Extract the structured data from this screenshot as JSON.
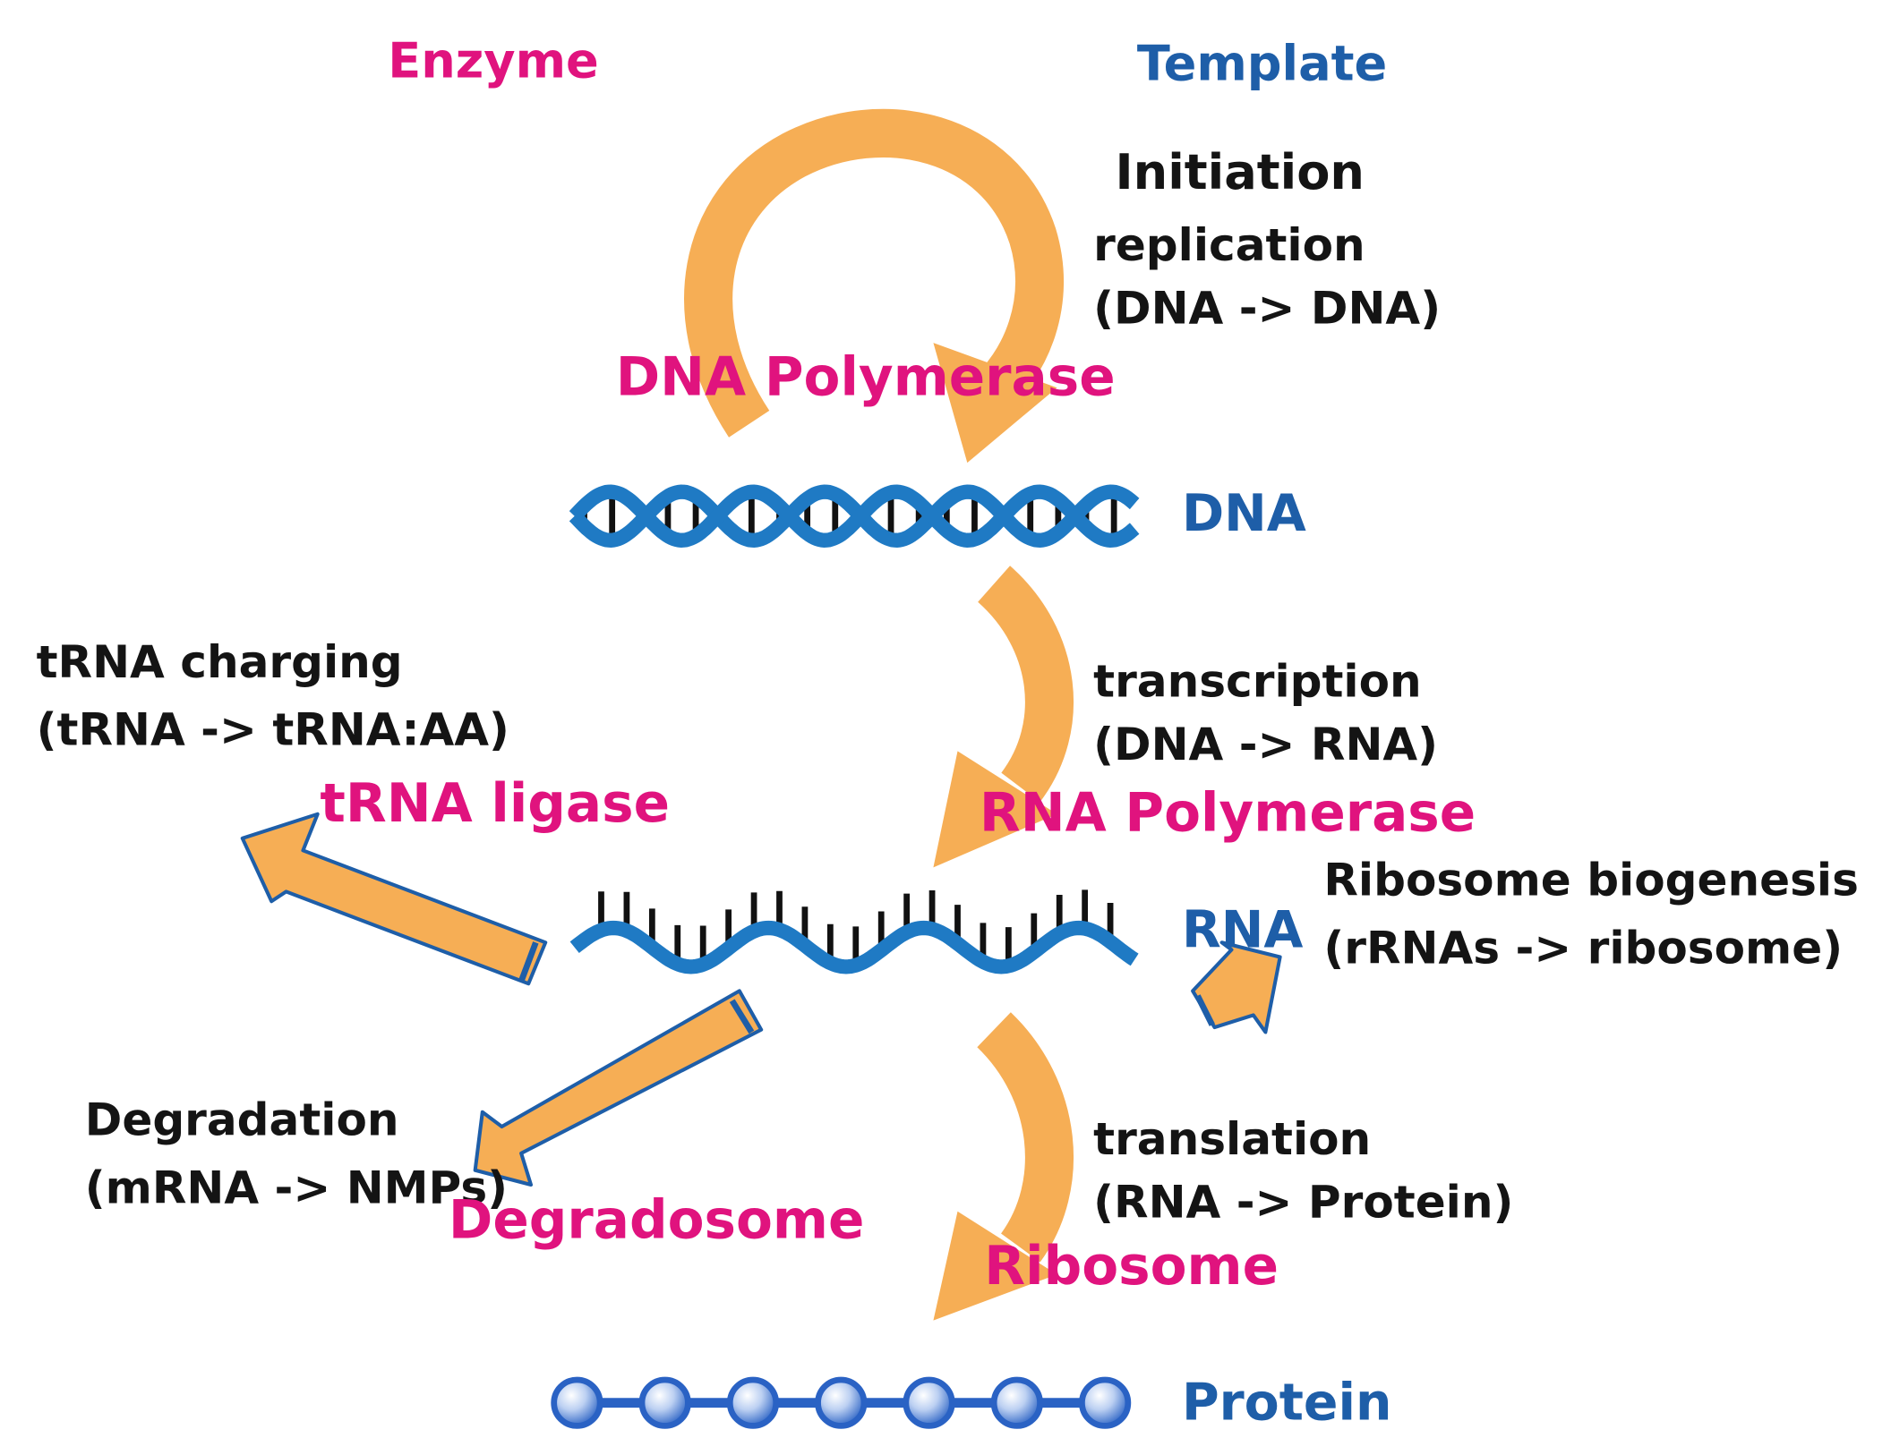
{
  "headers": {
    "enzyme": "Enzyme",
    "template": "Template"
  },
  "initiation": "Initiation",
  "steps": {
    "replication": {
      "name": "replication",
      "detail": "(DNA -> DNA)",
      "enzyme": "DNA Polymerase"
    },
    "transcription": {
      "name": "transcription",
      "detail": "(DNA -> RNA)",
      "enzyme": "RNA Polymerase"
    },
    "translation": {
      "name": "translation",
      "detail": "(RNA -> Protein)",
      "enzyme": "Ribosome"
    }
  },
  "molecules": {
    "dna": "DNA",
    "rna": "RNA",
    "protein": "Protein"
  },
  "side_processes": {
    "trna_charging": {
      "name": "tRNA charging",
      "detail": "(tRNA -> tRNA:AA)",
      "enzyme": "tRNA ligase"
    },
    "degradation": {
      "name": "Degradation",
      "detail": "(mRNA -> NMPs)",
      "enzyme": "Degradosome"
    },
    "ribosome_biogenesis": {
      "name": "Ribosome biogenesis",
      "detail": "(rRNAs -> ribosome)"
    }
  },
  "colors": {
    "enzyme_pink": "#e0137e",
    "template_blue": "#1e5ea8",
    "arrow_orange": "#f6ae55",
    "helix_blue": "#1f7ac4",
    "bead_blue": "#2a62c4"
  }
}
